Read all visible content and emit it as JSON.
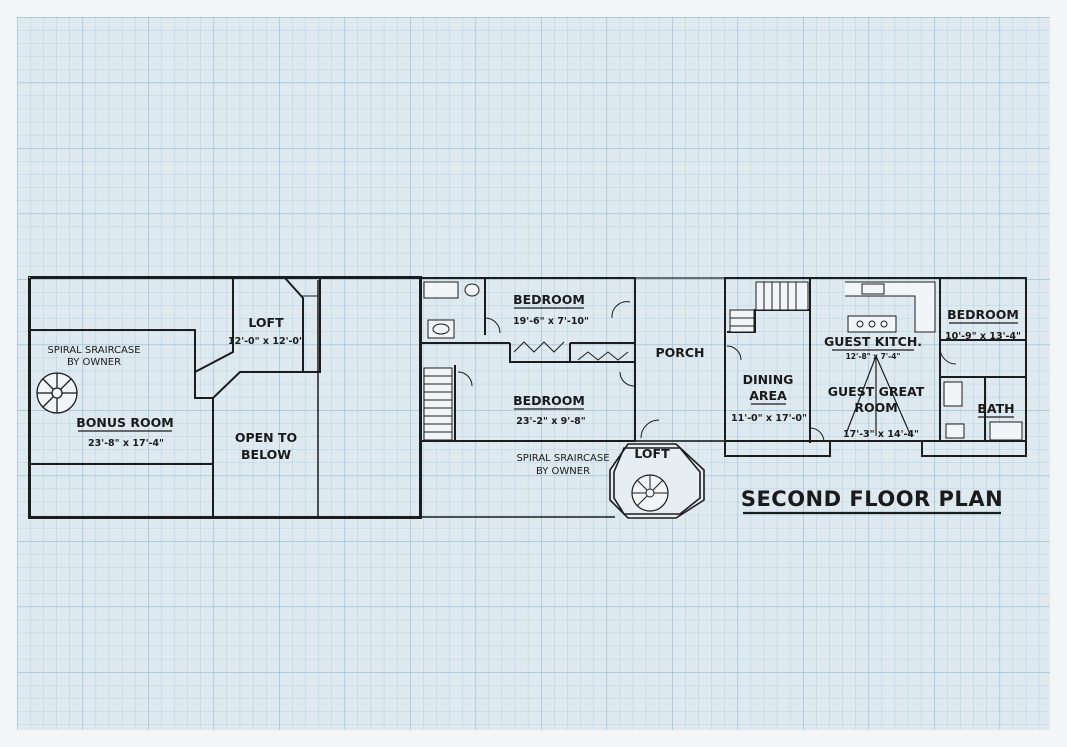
{
  "colors": {
    "paper": "#dde9ef",
    "grid_minor": "#9ec4dc",
    "grid_major": "#8ab8d4",
    "floor_fill": "#e2ecf2",
    "ink": "#1c1c1c"
  },
  "plan": {
    "title": "SECOND FLOOR PLAN",
    "rooms": {
      "loft_west": {
        "name": "LOFT",
        "dims": "12'-0\" x 12'-0\""
      },
      "bonus_room": {
        "name": "BONUS ROOM",
        "dims": "23'-8\" x 17'-4\""
      },
      "open_to_below": {
        "line1": "OPEN TO",
        "line2": "BELOW"
      },
      "bedroom_north": {
        "name": "BEDROOM",
        "dims": "19'-6\" x 7'-10\""
      },
      "bedroom_south": {
        "name": "BEDROOM",
        "dims": "23'-2\" x 9'-8\""
      },
      "porch": {
        "name": "PORCH"
      },
      "loft_east": {
        "name": "LOFT"
      },
      "dining_area": {
        "line1": "DINING",
        "line2": "AREA",
        "dims": "11'-0\" x 17'-0\""
      },
      "guest_kitchen": {
        "name": "GUEST KITCH.",
        "dims": "12'-8\" x 7'-4\""
      },
      "guest_great_room": {
        "line1": "GUEST GREAT",
        "line2": "ROOM",
        "dims": "17'-3\" x 14'-4\""
      },
      "bedroom_east": {
        "name": "BEDROOM",
        "dims": "10'-9\" x 13'-4\""
      },
      "bath": {
        "name": "BATH"
      }
    },
    "notes": {
      "spiral_west": {
        "line1": "SPIRAL SRAIRCASE",
        "line2": "BY OWNER"
      },
      "spiral_east": {
        "line1": "SPIRAL SRAIRCASE",
        "line2": "BY OWNER"
      }
    }
  }
}
